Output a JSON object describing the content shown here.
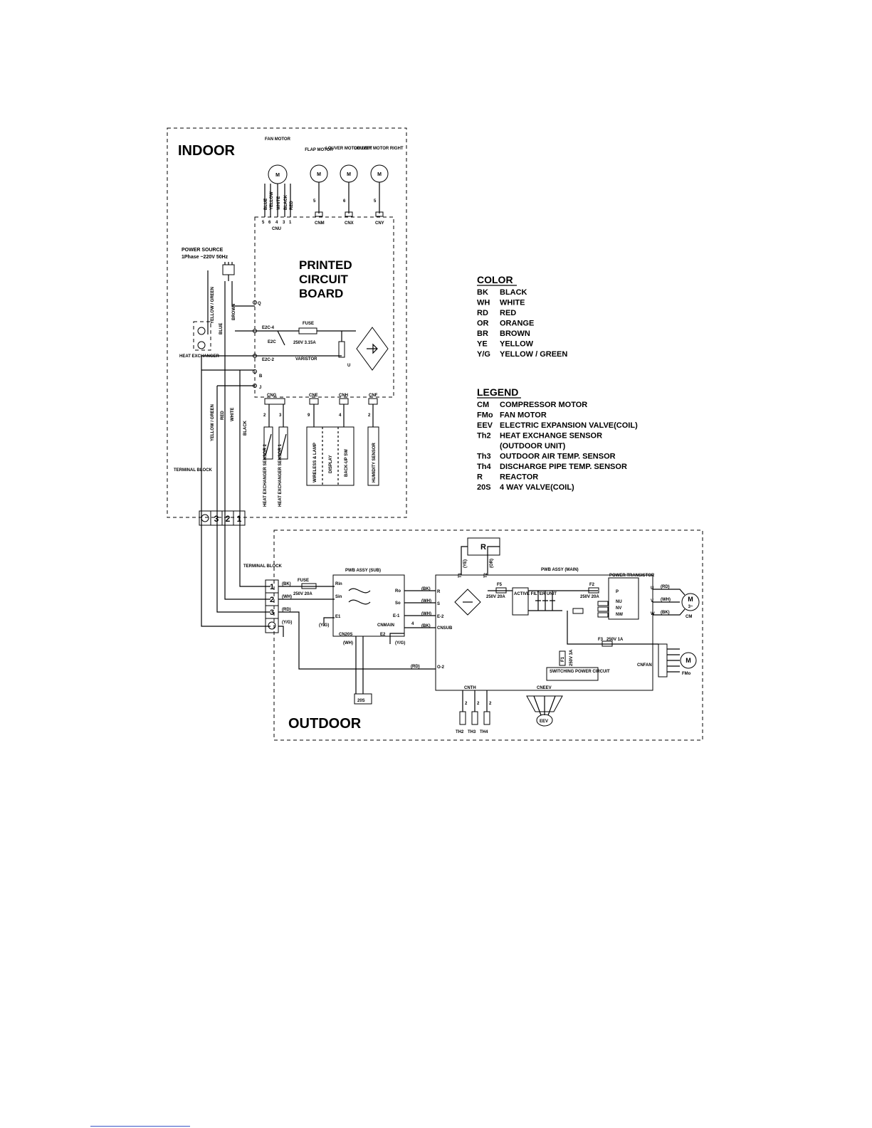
{
  "indoor": {
    "title": "INDOOR",
    "fan_motor": "FAN MOTOR",
    "flap_motor": "FLAP MOTOR",
    "louver_left": "LOUVER MOTOR LEFT",
    "louver_right": "LOUVER MOTOR RIGHT",
    "motor_symbol": "M",
    "fan_wires": [
      "BLUE",
      "YELLOW",
      "WHITE",
      "BLACK",
      "RED"
    ],
    "fan_pins": [
      "5",
      "6",
      "4",
      "3",
      "1"
    ],
    "cnu": "CNU",
    "cnm": "CNM",
    "cnx": "CNX",
    "cny": "CNY",
    "pin5": "5",
    "pin6": "6",
    "pin5b": "5",
    "pcb_line1": "PRINTED",
    "pcb_line2": "CIRCUIT",
    "pcb_line3": "BOARD",
    "power_source": "POWER SOURCE",
    "power_spec": "1Phase ~220V 50Hz",
    "q": "Q",
    "e2c4": "E2C-4",
    "e2c": "E2C",
    "e2c2": "E2C-2",
    "b": "B",
    "j": "J",
    "fuse": "FUSE",
    "fuse_rating": "250V 3.15A",
    "varistor": "VARISTOR",
    "u": "U",
    "heat_exchanger_frame": "HEAT EXCHANGER",
    "wire_yg_top": "YELLOW / GREEN",
    "wire_blue": "BLUE",
    "wire_brown": "BROWN",
    "wire_yg": "YELLOW / GREEN",
    "wire_red": "RED",
    "wire_white": "WHITE",
    "wire_black": "BLACK",
    "terminal_block": "TERMINAL BLOCK",
    "cng": "CNG",
    "cne": "CNE",
    "cnh": "CNH",
    "cnf": "CNF",
    "pin2": "2",
    "pin3": "3",
    "pin9": "9",
    "pin4": "4",
    "pin2b": "2",
    "hx_sensor2": "HEAT EXCHANGER SENSOR 2",
    "hx_sensor1": "HEAT EXCHANGER SENSOR 1",
    "wireless_lamp": "WIRELESS & LAMP",
    "display": "DISPLAY",
    "backup_sw": "BACK-UP SW",
    "humidity_sensor": "HUMIDITY SENSOR",
    "tb_labels": [
      "3",
      "2",
      "1"
    ]
  },
  "color_legend": {
    "title": "COLOR",
    "items": [
      {
        "code": "BK",
        "name": "BLACK"
      },
      {
        "code": "WH",
        "name": "WHITE"
      },
      {
        "code": "RD",
        "name": "RED"
      },
      {
        "code": "OR",
        "name": "ORANGE"
      },
      {
        "code": "BR",
        "name": "BROWN"
      },
      {
        "code": "YE",
        "name": "YELLOW"
      },
      {
        "code": "Y/G",
        "name": "YELLOW / GREEN"
      }
    ]
  },
  "legend": {
    "title": "LEGEND",
    "items": [
      {
        "code": "CM",
        "name": "COMPRESSOR MOTOR"
      },
      {
        "code": "FMo",
        "name": "FAN MOTOR"
      },
      {
        "code": "EEV",
        "name": "ELECTRIC EXPANSION VALVE(COIL)"
      },
      {
        "code": "Th2",
        "name": "HEAT EXCHANGE SENSOR"
      },
      {
        "code": "",
        "name": "(OUTDOOR UNIT)"
      },
      {
        "code": "Th3",
        "name": "OUTDOOR AIR TEMP. SENSOR"
      },
      {
        "code": "Th4",
        "name": "DISCHARGE PIPE TEMP. SENSOR"
      },
      {
        "code": "R",
        "name": "REACTOR"
      },
      {
        "code": "20S",
        "name": "4 WAY VALVE(COIL)"
      }
    ]
  },
  "outdoor": {
    "title": "OUTDOOR",
    "terminal_block": "TERMINAL BLOCK",
    "tb_labels": [
      "1",
      "2",
      "3"
    ],
    "wire_bk": "(BK)",
    "wire_wh": "(WH)",
    "wire_rd_in": "(RD)",
    "wire_yg": "(Y/G)",
    "fuse": "FUSE",
    "fuse_rating": "250V 20A",
    "pwb_sub": "PWB ASSY (SUB)",
    "rin": "Rin",
    "sin": "Sin",
    "e1": "E1",
    "ro": "Ro",
    "so": "So",
    "e1b": "E-1",
    "cnmain": "CNMAIN",
    "e2": "E2",
    "cn20s": "CN20S",
    "cn20s_wire": "(WH)",
    "yg1": "(Y/G)",
    "yg2": "(Y/G)",
    "bk_m": "(BK)",
    "wh_m": "(WH)",
    "wh_e2": "(WH)",
    "bk_cn": "(BK)",
    "four": "4",
    "reactor": "R",
    "ye": "(YE)",
    "or": "(OR)",
    "t1": "T1",
    "t2": "T2",
    "pwb_main": "PWB ASSY (MAIN)",
    "r": "R",
    "s": "S",
    "e2_main": "E-2",
    "cnsub": "CNSUB",
    "f5": "F5",
    "f5_rating": "250V 20A",
    "active_filter": "ACTIVE FILTER UNIT",
    "f2": "F2",
    "f2_rating": "250V 20A",
    "power_transistor": "POWER TRANSISTOR",
    "p": "P",
    "nu": "NU",
    "nv": "NV",
    "nw": "NW",
    "u": "U",
    "v": "V",
    "w": "W",
    "wire_red": "(RD)",
    "wire_white": "(WH)",
    "wire_black": "(BK)",
    "cm": "CM",
    "motor_m": "M",
    "three_phase": "3~",
    "f3": "F3",
    "f3_rating": "250V 1A",
    "f1": "F1",
    "f1_rating": "250V 3A",
    "cnfan": "CNFAN",
    "fmo": "FMo",
    "smps": "SWITCHING POWER CIRCUIT",
    "o2": "O-2",
    "rd_o2": "(RD)",
    "cnth": "CNTH",
    "cneev": "CNEEV",
    "th2": "TH2",
    "th3": "TH3",
    "th4": "TH4",
    "eev": "EEV",
    "valve20s": "20S",
    "pins_th": [
      "2",
      "2",
      "2"
    ]
  }
}
